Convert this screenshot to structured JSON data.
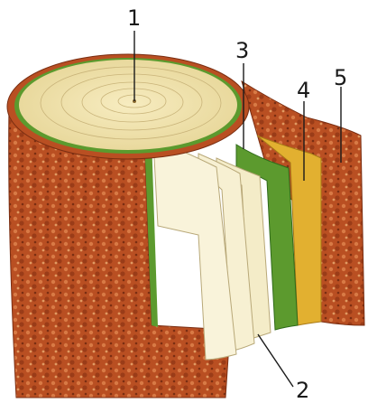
{
  "diagram": {
    "labels": [
      {
        "id": "label-1",
        "text": "1"
      },
      {
        "id": "label-2",
        "text": "2"
      },
      {
        "id": "label-3",
        "text": "3"
      },
      {
        "id": "label-4",
        "text": "4"
      },
      {
        "id": "label-5",
        "text": "5"
      }
    ],
    "colors": {
      "bark": "#b94f22",
      "bark_dark": "#7a2e12",
      "bark_light": "#d87a45",
      "wood": "#f1e3a8",
      "wood_rings": "#c9b47a",
      "cambium_green": "#5c9a2e",
      "cambium_dark": "#2f6a1a",
      "phloem_cream": "#f4ecc8",
      "bast_yellow": "#e2b030",
      "leader_line": "#1a1a1a"
    }
  }
}
